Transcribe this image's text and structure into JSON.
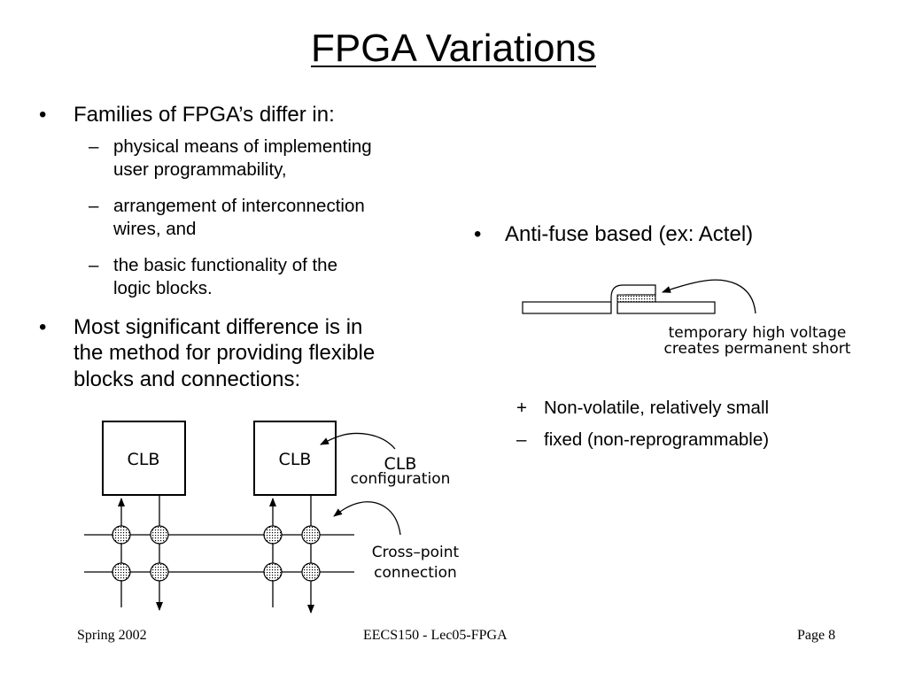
{
  "slide": {
    "title": "FPGA Variations",
    "left_column": {
      "bullet1": {
        "marker": "•",
        "text": "Families of FPGA’s differ in:"
      },
      "sub_items": [
        {
          "marker": "–",
          "line1": "physical means of implementing",
          "line2": "user programmability,"
        },
        {
          "marker": "–",
          "line1": "arrangement of interconnection",
          "line2": "wires, and"
        },
        {
          "marker": "–",
          "line1": "the basic functionality of the",
          "line2": "logic blocks."
        }
      ],
      "bullet2": {
        "marker": "•",
        "line1": "Most significant difference is in",
        "line2": "the method for providing flexible",
        "line3": "blocks and connections:"
      }
    },
    "right_column": {
      "bullet": {
        "marker": "•",
        "text": "Anti-fuse based (ex: Actel)"
      },
      "antifuse_diagram": {
        "caption_line1": "temporary high voltage",
        "caption_line2": "creates permanent short"
      },
      "pros_cons": [
        {
          "marker": "+",
          "text": "Non-volatile, relatively small"
        },
        {
          "marker": "–",
          "text": "fixed (non-reprogrammable)"
        }
      ]
    },
    "clb_diagram": {
      "clb1_label": "CLB",
      "clb2_label": "CLB",
      "config_label_line1": "CLB",
      "config_label_line2": "configuration",
      "crosspoint_label_line1": "Cross–point",
      "crosspoint_label_line2": "connection"
    },
    "footer": {
      "left": "Spring 2002",
      "center": "EECS150 - Lec05-FPGA",
      "right": "Page 8"
    }
  }
}
